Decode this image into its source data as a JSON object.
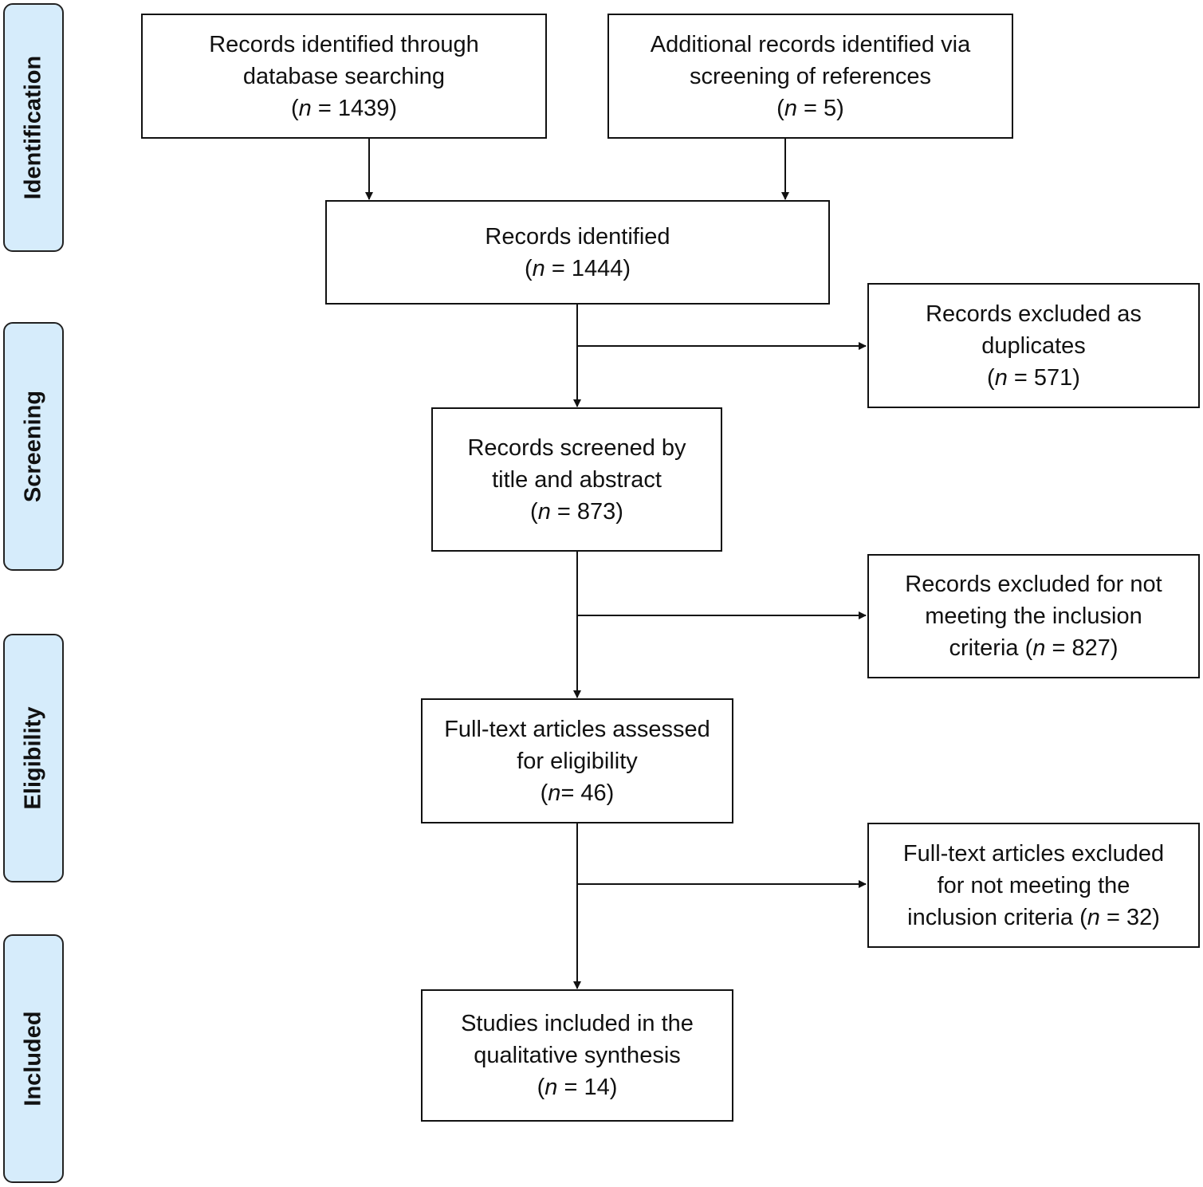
{
  "stages": {
    "identification": "Identification",
    "screening": "Screening",
    "eligibility": "Eligibility",
    "included": "Included"
  },
  "boxes": {
    "database": {
      "lines": [
        "Records identified through",
        "database searching"
      ],
      "n_prefix": "(",
      "n_var": "n",
      "n_rest": " = 1439)"
    },
    "additional": {
      "lines": [
        "Additional records identified via",
        "screening of references"
      ],
      "n_prefix": "(",
      "n_var": "n",
      "n_rest": " = 5)"
    },
    "identified": {
      "lines": [
        "Records identified"
      ],
      "n_prefix": "(",
      "n_var": "n",
      "n_rest": " = 1444)"
    },
    "duplicates": {
      "lines": [
        "Records excluded as",
        "duplicates"
      ],
      "n_prefix": "(",
      "n_var": "n",
      "n_rest": " = 571)"
    },
    "screened": {
      "lines": [
        "Records screened by",
        "title and abstract"
      ],
      "n_prefix": "(",
      "n_var": "n",
      "n_rest": " = 873)"
    },
    "excluded_ta": {
      "lines": [
        "Records excluded for not",
        "meeting the inclusion"
      ],
      "n_prefix": "criteria (",
      "n_var": "n",
      "n_rest": " = 827)"
    },
    "fulltext": {
      "lines": [
        "Full-text articles assessed",
        "for eligibility"
      ],
      "n_prefix": "(",
      "n_var": "n",
      "n_rest": "= 46)"
    },
    "excluded_ft": {
      "lines": [
        "Full-text articles excluded",
        "for not meeting the"
      ],
      "n_prefix": "inclusion criteria (",
      "n_var": "n",
      "n_rest": " = 32)"
    },
    "included": {
      "lines": [
        "Studies included in the",
        "qualitative synthesis"
      ],
      "n_prefix": "(",
      "n_var": "n",
      "n_rest": " = 14)"
    }
  }
}
